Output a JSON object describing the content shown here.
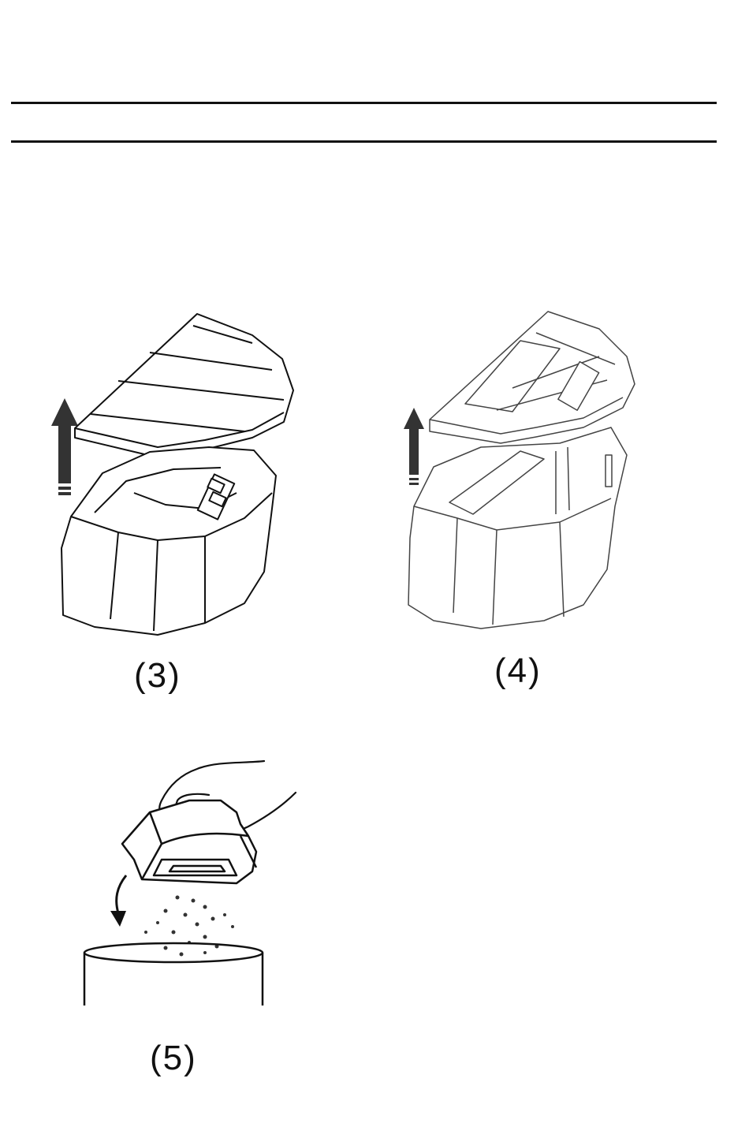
{
  "figures": [
    {
      "id": "fig3",
      "caption": "(3)",
      "icon": "lift-lid-off-tank-illustration"
    },
    {
      "id": "fig4",
      "caption": "(4)",
      "icon": "lift-inner-tray-illustration"
    },
    {
      "id": "fig5",
      "caption": "(5)",
      "icon": "empty-tray-into-bin-illustration"
    }
  ],
  "colors": {
    "ink": "#111111",
    "arrow": "#333333",
    "paper": "#ffffff"
  }
}
